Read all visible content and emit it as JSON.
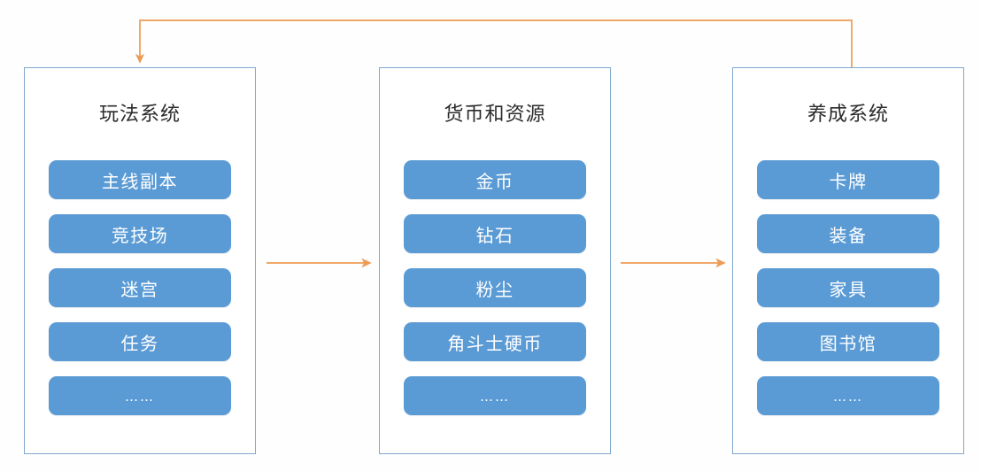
{
  "diagram": {
    "title": "",
    "colors": {
      "panel_border": "#7FA8CC",
      "pill_fill": "#5B9BD5",
      "pill_text": "#FFFFFF",
      "arrow": "#ED9B54",
      "title_text": "#2B2B2B",
      "background": "#FEFEFE"
    },
    "panels": [
      {
        "id": "gameplay-system",
        "title": "玩法系统",
        "items": [
          {
            "label": "主线副本"
          },
          {
            "label": "竞技场"
          },
          {
            "label": "迷宫"
          },
          {
            "label": "任务"
          },
          {
            "label": "……"
          }
        ]
      },
      {
        "id": "currency-and-resources",
        "title": "货币和资源",
        "items": [
          {
            "label": "金币"
          },
          {
            "label": "钻石"
          },
          {
            "label": "粉尘"
          },
          {
            "label": "角斗士硬币"
          },
          {
            "label": "……"
          }
        ]
      },
      {
        "id": "progression-system",
        "title": "养成系统",
        "items": [
          {
            "label": "卡牌"
          },
          {
            "label": "装备"
          },
          {
            "label": "家具"
          },
          {
            "label": "图书馆"
          },
          {
            "label": "……"
          }
        ]
      }
    ],
    "connectors": [
      {
        "id": "gameplay-to-currency",
        "from": "gameplay-system",
        "to": "currency-and-resources",
        "label": "",
        "style": "straight-arrow"
      },
      {
        "id": "currency-to-progression",
        "from": "currency-and-resources",
        "to": "progression-system",
        "label": "",
        "style": "straight-arrow"
      },
      {
        "id": "progression-to-gameplay-feedback",
        "from": "progression-system",
        "to": "gameplay-system",
        "label": "",
        "style": "elbow-arrow-top"
      }
    ]
  }
}
